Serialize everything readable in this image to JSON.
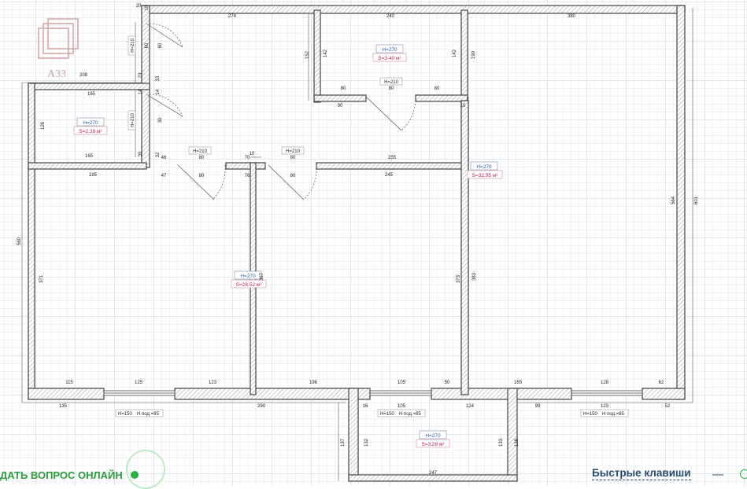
{
  "logo_text": "A33",
  "bottom_bar": {
    "ask_online_label": "ДАТЬ ВОПРОС ОНЛАЙН",
    "hotkeys_label": "Быстрые клавиши"
  },
  "colors": {
    "height_tag": "#1f5c99",
    "area_tag": "#c2185b",
    "wall_line": "#444444",
    "ask_green": "#2a9d3a"
  },
  "rooms": [
    {
      "height_label": "H=270",
      "area_label": "S=3.40 м²"
    },
    {
      "height_label": "H=270",
      "area_label": "S=2.38 м²"
    },
    {
      "height_label": "H=270",
      "area_label": "S=32.95 м²"
    },
    {
      "height_label": "H=270",
      "area_label": "S=28.52 м²"
    },
    {
      "height_label": "H=270",
      "area_label": "S=3.28 м²"
    }
  ],
  "doors": [
    {
      "label": "H=210"
    },
    {
      "label": "H=210"
    },
    {
      "label": "H=210"
    },
    {
      "label": "H=210"
    },
    {
      "label": "H=210"
    }
  ],
  "windows": [
    {
      "height_label": "H=150",
      "sill_label": "H под.=85"
    },
    {
      "height_label": "H=150",
      "sill_label": "H под.=85"
    },
    {
      "height_label": "H=150",
      "sill_label": "H под.=85"
    }
  ],
  "dimensions": [
    "20",
    "274",
    "240",
    "380",
    "18",
    "80",
    "60",
    "152",
    "142",
    "142",
    "190",
    "23",
    "33",
    "208",
    "14",
    "14",
    "165",
    "80",
    "80",
    "80",
    "90",
    "10",
    "2",
    "126",
    "30",
    "35",
    "32",
    "46",
    "165",
    "80",
    "10",
    "70",
    "80",
    "255",
    "195",
    "47",
    "80",
    "76",
    "80",
    "245",
    "564",
    "601",
    "560",
    "371",
    "373",
    "383",
    "367",
    "115",
    "125",
    "123",
    "196",
    "105",
    "50",
    "165",
    "128",
    "62",
    "135",
    "290",
    "16",
    "105",
    "124",
    "99",
    "123",
    "52",
    "137",
    "132",
    "133",
    "138",
    "247"
  ]
}
